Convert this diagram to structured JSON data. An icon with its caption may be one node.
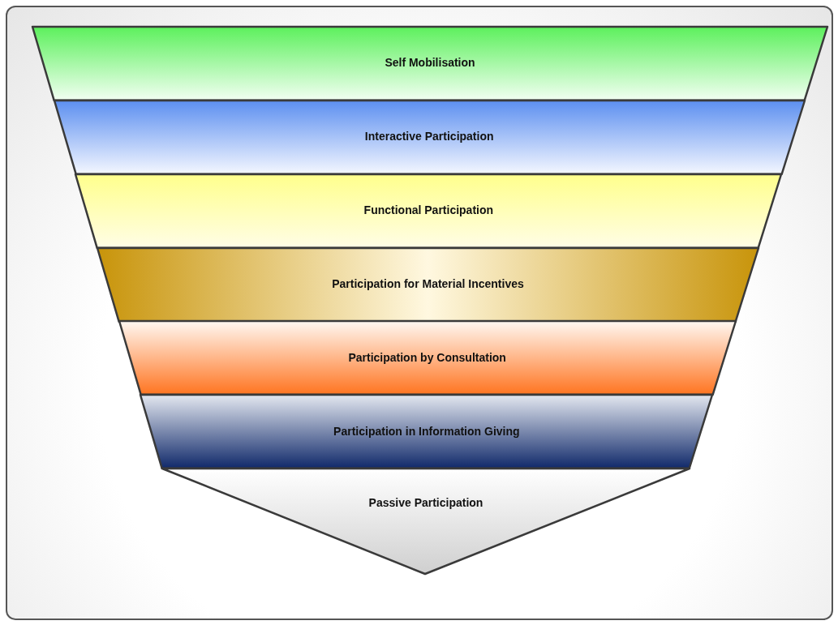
{
  "diagram": {
    "nodes": [
      {
        "text": [
          "Self Mobilisation"
        ]
      },
      {
        "text": [
          "Interactive Participation"
        ]
      },
      {
        "text": [
          "Functional Participation"
        ]
      },
      {
        "text": [
          "Participation for Material Incentives"
        ]
      },
      {
        "text": [
          "Participation by Consultation"
        ]
      },
      {
        "text": [
          "Participation in Information Giving"
        ]
      },
      {
        "text": [
          "Passive Participation"
        ]
      }
    ]
  }
}
